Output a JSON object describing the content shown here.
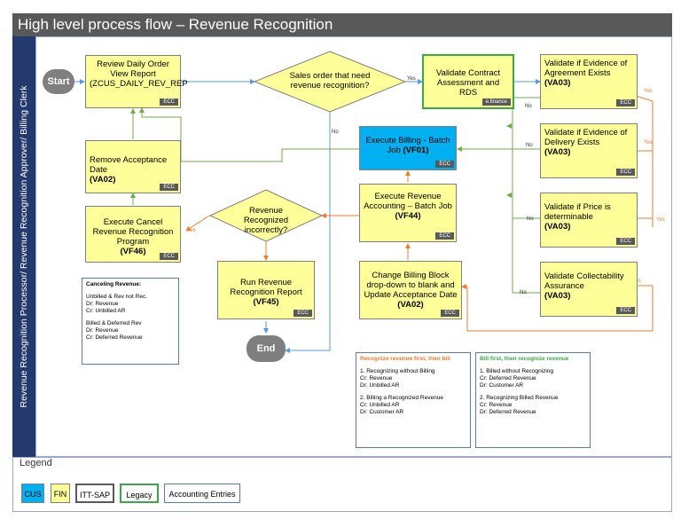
{
  "title": "High level process flow – Revenue Recognition",
  "lane_label": "Revenue Recognition Processor/ Revenue Recognition Approver/ Billing Clerk",
  "nodes": {
    "start": "Start",
    "end": "End",
    "review_daily": "Review Daily Order View Report (ZCUS_DAILY_REV_REP",
    "remove_acceptance": "Remove Acceptance Date",
    "remove_acceptance_code": "(VA02)",
    "cancel_program": "Execute Cancel Revenue Recognition Program",
    "cancel_program_code": "(VF46)",
    "sales_order_decision": "Sales order that need revenue recognition?",
    "revenue_incorrect_decision": "Revenue Recognized incorrectly?",
    "run_report": "Run Revenue Recognition Report",
    "run_report_code": "(VF45)",
    "execute_billing": "Execute Billing - Batch Job",
    "execute_billing_code": "(VF01)",
    "execute_revenue": "Execute Revenue Accounting – Batch Job",
    "execute_revenue_code": "(VF44)",
    "change_billing": "Change Billing Block drop-down to blank and Update Acceptance Date",
    "change_billing_code": "(VA02)",
    "validate_contract": "Validate Contract Assessment and RDS",
    "validate_agreement": "Validate if Evidence of Agreement Exists",
    "validate_delivery": "Validate if Evidence of Delivery Exists",
    "validate_price": "Validate if Price is determinable",
    "validate_collect": "Validate Collectability Assurance",
    "va03": "(VA03)"
  },
  "tags": {
    "ecc": "ECC",
    "efinance": "e.finance"
  },
  "labels": {
    "yes": "Yes",
    "no": "No"
  },
  "notes": {
    "canceling_title": "Canceling Revenue:",
    "canceling_lines": [
      "Unbilled & Rev not Rec.",
      "Dr: Revenue",
      "Cr: Unbilled AR",
      "",
      "Billed & Deferred Rev",
      "Dr: Revenue",
      "Cr: Deferred Revenue"
    ],
    "recognize_first_title": "Recognize revenue first, then bill",
    "recognize_first_lines": [
      "1. Recognizing without Billing",
      "Cr: Revenue",
      "Dr: Unbilled AR",
      "",
      "2. Billing a Recognized Revenue",
      "Cr: Unbilled AR",
      "Dr: Customer AR"
    ],
    "bill_first_title": "Bill first, then recognize revenue",
    "bill_first_lines": [
      "1. Billed without Recognizing",
      "Cr: Deferred Revenue",
      "Dr: Customer AR",
      "",
      "2. Recognizing Billed Revenue",
      "Cr: Revenue",
      "Dr: Deferred Revenue"
    ]
  },
  "legend": {
    "title": "Legend",
    "items": [
      "CUS",
      "FIN",
      "ITT-SAP",
      "Legacy",
      "Accounting Entries"
    ]
  },
  "colors": {
    "title_bg": "#595959",
    "lane_bg": "#243a6e",
    "process_fill": "#ffff99",
    "cus_fill": "#00b0f0",
    "legacy_border": "#3aa84a",
    "flow_blue": "#5b9bd5",
    "flow_orange": "#ed7d31",
    "flow_green": "#70ad47"
  }
}
